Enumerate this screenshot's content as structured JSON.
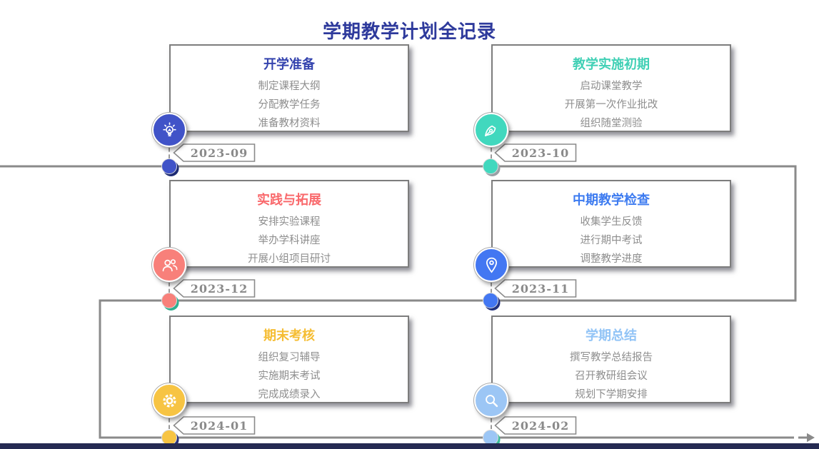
{
  "page": {
    "title": "学期教学计划全记录",
    "title_color": "#2e3a9c",
    "background": "#ffffff",
    "line_color": "#8a8a8a",
    "body_text_color": "#8e8e8e",
    "date_text_color": "#8a8a8a",
    "footer_bar_color": "#252a52"
  },
  "stages": [
    {
      "title": "开学准备",
      "title_color": "#3443ae",
      "date": "2023-09",
      "icon": "lightbulb-icon",
      "accent": "#4053c8",
      "shadow": "#1c2a72",
      "items": [
        "制定课程大纲",
        "分配教学任务",
        "准备教材资料"
      ]
    },
    {
      "title": "教学实施初期",
      "title_color": "#41d0b5",
      "date": "2023-10",
      "icon": "pen-nib-icon",
      "accent": "#41d8be",
      "shadow": "#9aa0a6",
      "items": [
        "启动课堂教学",
        "开展第一次作业批改",
        "组织随堂测验"
      ]
    },
    {
      "title": "实践与拓展",
      "title_color": "#f9696c",
      "date": "2023-12",
      "icon": "group-icon",
      "accent": "#f8807a",
      "shadow": "#2fae8f",
      "items": [
        "安排实验课程",
        "举办学科讲座",
        "开展小组项目研讨"
      ]
    },
    {
      "title": "中期教学检查",
      "title_color": "#3d7bf0",
      "date": "2023-11",
      "icon": "map-pin-icon",
      "accent": "#4377f2",
      "shadow": "#20307e",
      "items": [
        "收集学生反馈",
        "进行期中考试",
        "调整教学进度"
      ]
    },
    {
      "title": "期末考核",
      "title_color": "#f5bd33",
      "date": "2024-01",
      "icon": "gear-icon",
      "accent": "#f7c443",
      "shadow": "#27307c",
      "items": [
        "组织复习辅导",
        "实施期末考试",
        "完成成绩录入"
      ]
    },
    {
      "title": "学期总结",
      "title_color": "#92c4f6",
      "date": "2024-02",
      "icon": "magnifier-icon",
      "accent": "#9cc6f5",
      "shadow": "#3bbd9a",
      "items": [
        "撰写教学总结报告",
        "召开教研组会议",
        "规划下学期安排"
      ]
    }
  ]
}
